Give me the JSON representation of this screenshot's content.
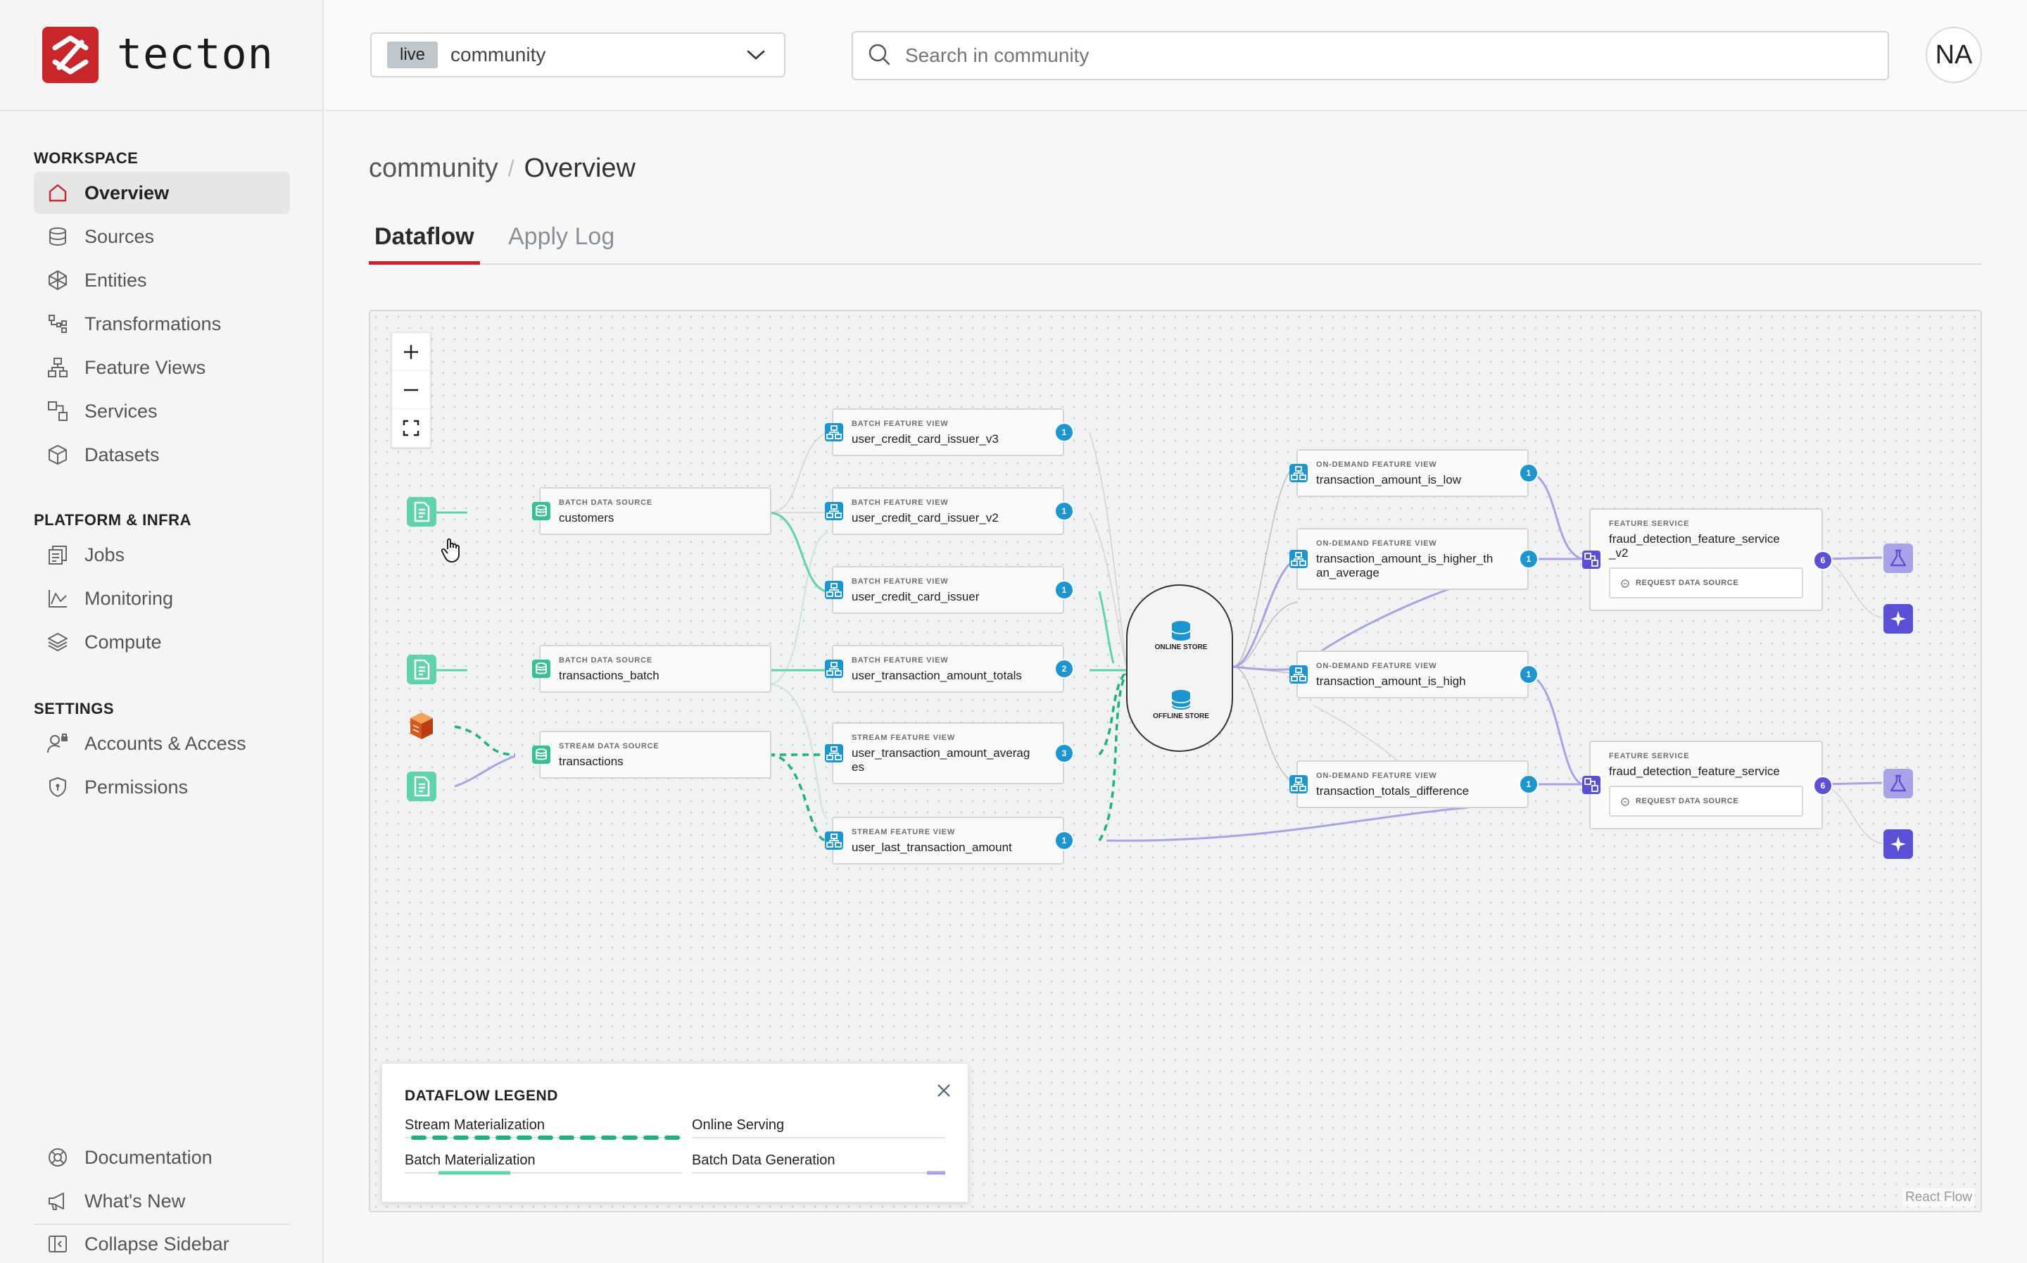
{
  "brand": {
    "name": "tecton",
    "accent": "#c8262b"
  },
  "sidebar": {
    "workspace_title": "WORKSPACE",
    "workspace_items": [
      {
        "label": "Overview",
        "icon": "home-icon",
        "active": true
      },
      {
        "label": "Sources",
        "icon": "database-icon"
      },
      {
        "label": "Entities",
        "icon": "cube-net-icon"
      },
      {
        "label": "Transformations",
        "icon": "transform-icon"
      },
      {
        "label": "Feature Views",
        "icon": "hierarchy-icon"
      },
      {
        "label": "Services",
        "icon": "services-icon"
      },
      {
        "label": "Datasets",
        "icon": "box-icon"
      }
    ],
    "platform_title": "PLATFORM & INFRA",
    "platform_items": [
      {
        "label": "Jobs",
        "icon": "jobs-icon"
      },
      {
        "label": "Monitoring",
        "icon": "chart-line-icon"
      },
      {
        "label": "Compute",
        "icon": "layers-icon"
      }
    ],
    "settings_title": "SETTINGS",
    "settings_items": [
      {
        "label": "Accounts & Access",
        "icon": "user-lock-icon"
      },
      {
        "label": "Permissions",
        "icon": "shield-icon"
      }
    ],
    "bottom_items": [
      {
        "label": "Documentation",
        "icon": "lifebuoy-icon"
      },
      {
        "label": "What's New",
        "icon": "megaphone-icon"
      },
      {
        "label": "Collapse Sidebar",
        "icon": "collapse-icon"
      }
    ]
  },
  "header": {
    "workspace_badge": "live",
    "workspace_name": "community",
    "search_placeholder": "Search in community",
    "avatar_initials": "NA"
  },
  "breadcrumb": {
    "workspace": "community",
    "page": "Overview"
  },
  "tabs": [
    {
      "label": "Dataflow",
      "active": true
    },
    {
      "label": "Apply Log",
      "active": false
    }
  ],
  "colors": {
    "stream": "#1db37d",
    "batch": "#5fd3ab",
    "online": "#9fa5ab",
    "batch_gen": "#a9a2e6",
    "feature_view": "#1b96d1",
    "service": "#5b4fd6"
  },
  "dataflow": {
    "nodes": {
      "customers": {
        "type": "BATCH DATA SOURCE",
        "name": "customers"
      },
      "transactions_batch": {
        "type": "BATCH DATA SOURCE",
        "name": "transactions_batch"
      },
      "transactions": {
        "type": "STREAM DATA SOURCE",
        "name": "transactions"
      },
      "fv_issuer_v3": {
        "type": "BATCH FEATURE VIEW",
        "name": "user_credit_card_issuer_v3",
        "count": "1"
      },
      "fv_issuer_v2": {
        "type": "BATCH FEATURE VIEW",
        "name": "user_credit_card_issuer_v2",
        "count": "1"
      },
      "fv_issuer": {
        "type": "BATCH FEATURE VIEW",
        "name": "user_credit_card_issuer",
        "count": "1"
      },
      "fv_totals": {
        "type": "BATCH FEATURE VIEW",
        "name": "user_transaction_amount_totals",
        "count": "2"
      },
      "fv_averages": {
        "type": "STREAM FEATURE VIEW",
        "name": "user_transaction_amount_averag\nes",
        "count": "3"
      },
      "fv_last": {
        "type": "STREAM FEATURE VIEW",
        "name": "user_last_transaction_amount",
        "count": "1"
      },
      "od_low": {
        "type": "ON-DEMAND FEATURE VIEW",
        "name": "transaction_amount_is_low",
        "count": "1"
      },
      "od_higher": {
        "type": "ON-DEMAND FEATURE VIEW",
        "name": "transaction_amount_is_higher_th\nan_average",
        "count": "1"
      },
      "od_high": {
        "type": "ON-DEMAND FEATURE VIEW",
        "name": "transaction_amount_is_high",
        "count": "1"
      },
      "od_diff": {
        "type": "ON-DEMAND FEATURE VIEW",
        "name": "transaction_totals_difference",
        "count": "1"
      },
      "fs_v2": {
        "type": "FEATURE SERVICE",
        "name": "fraud_detection_feature_service\n_v2",
        "count": "6",
        "request": "REQUEST DATA SOURCE"
      },
      "fs": {
        "type": "FEATURE SERVICE",
        "name": "fraud_detection_feature_service",
        "count": "6",
        "request": "REQUEST DATA SOURCE"
      }
    },
    "stores": {
      "online": "ONLINE STORE",
      "offline": "OFFLINE STORE"
    }
  },
  "legend": {
    "title": "DATAFLOW LEGEND",
    "stream": "Stream Materialization",
    "batch": "Batch Materialization",
    "online": "Online Serving",
    "batch_gen": "Batch Data Generation"
  },
  "attribution": "React Flow"
}
